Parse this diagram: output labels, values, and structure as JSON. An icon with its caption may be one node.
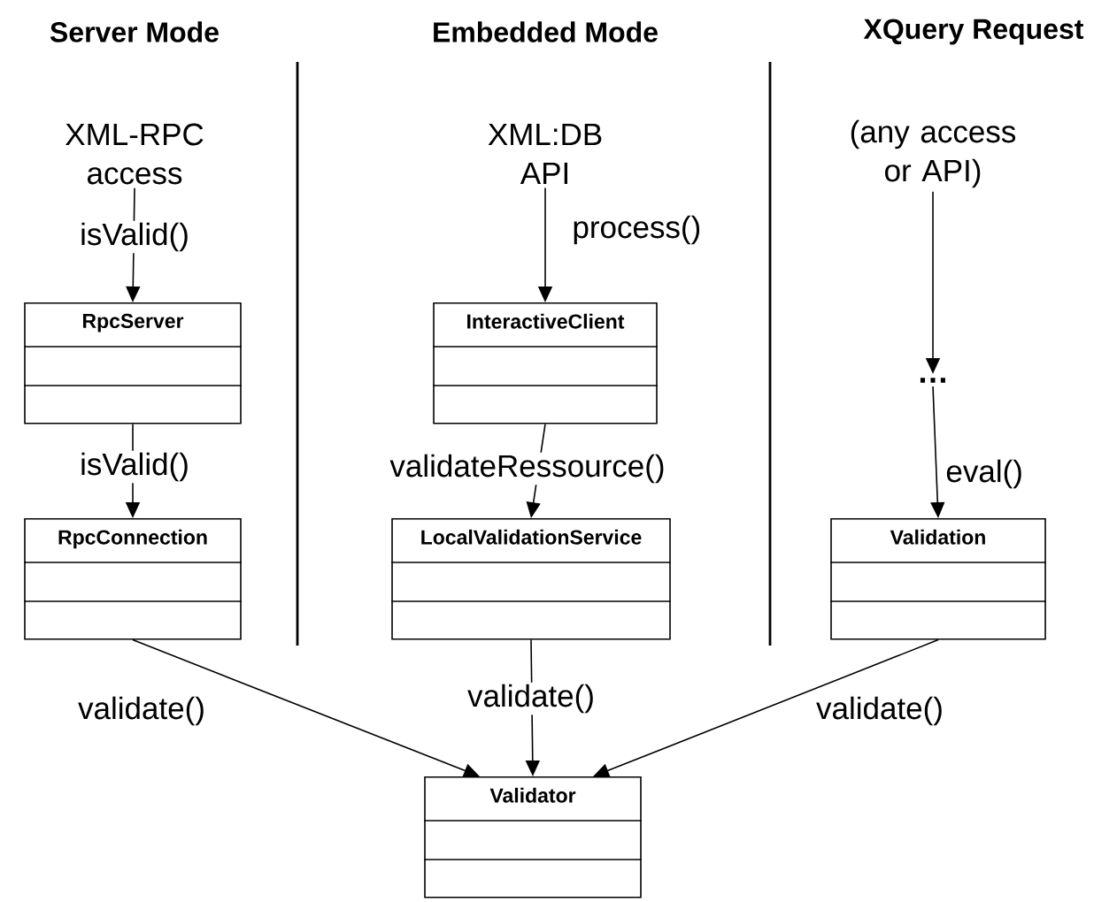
{
  "diagram": {
    "nodes": [
      {
        "text": [
          "XML-RPC access"
        ]
      },
      {
        "text": [
          "RpcServer"
        ]
      },
      {
        "text": [
          "RpcConnection"
        ]
      },
      {
        "text": [
          "XML:DB API"
        ]
      },
      {
        "text": [
          "InteractiveClient"
        ]
      },
      {
        "text": [
          "LocalValidationService"
        ]
      },
      {
        "text": [
          "(any access or API)"
        ]
      },
      {
        "text": [
          "…"
        ]
      },
      {
        "text": [
          "Validation"
        ]
      },
      {
        "text": [
          "Validator"
        ]
      }
    ],
    "edges": [
      {
        "from": 0,
        "to": 1,
        "arrow": "to",
        "label": "isValid()"
      },
      {
        "from": 1,
        "to": 2,
        "arrow": "to",
        "label": "isValid()"
      },
      {
        "from": 3,
        "to": 4,
        "arrow": "to",
        "label": "process()"
      },
      {
        "from": 4,
        "to": 5,
        "arrow": "to",
        "label": "validateRessource()"
      },
      {
        "from": 6,
        "to": 7,
        "arrow": "to"
      },
      {
        "from": 7,
        "to": 8,
        "arrow": "to",
        "label": "eval()"
      },
      {
        "from": 2,
        "to": 9,
        "arrow": "to",
        "label": "validate()"
      },
      {
        "from": 5,
        "to": 9,
        "arrow": "to",
        "label": "validate()"
      },
      {
        "from": 8,
        "to": 9,
        "arrow": "to",
        "label": "validate()"
      }
    ],
    "labels": [
      "Server Mode",
      "Embedded Mode",
      "XQuery Request"
    ]
  }
}
